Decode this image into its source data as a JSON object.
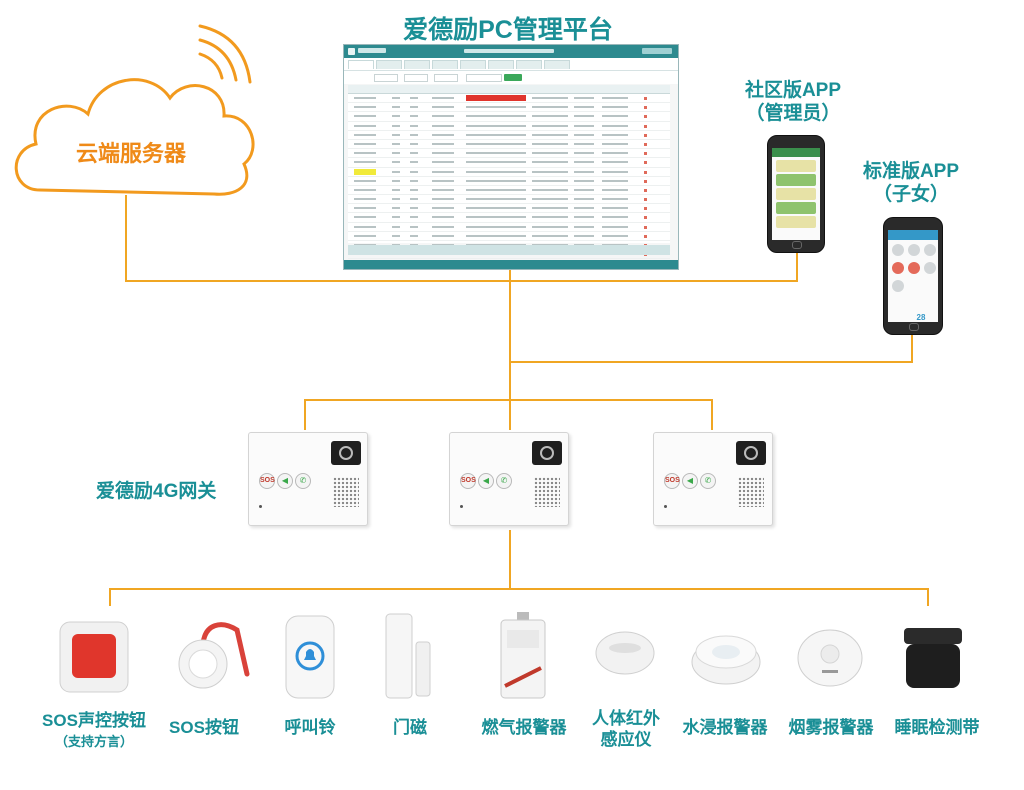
{
  "title": "爱德励PC管理平台",
  "cloud": {
    "label": "云端服务器"
  },
  "apps": {
    "community": {
      "line1": "社区版APP",
      "line2": "（管理员）"
    },
    "standard": {
      "line1": "标准版APP",
      "line2": "（子女）"
    }
  },
  "gateway": {
    "label": "爱德励4G网关",
    "sos_text": "SOS"
  },
  "devices": [
    {
      "name": "SOS声控按钮",
      "sub": "（支持方言）",
      "icon": "sos-voice-button-icon"
    },
    {
      "name": "SOS按钮",
      "icon": "sos-button-icon"
    },
    {
      "name": "呼叫铃",
      "icon": "call-bell-icon"
    },
    {
      "name": "门磁",
      "icon": "door-sensor-icon"
    },
    {
      "name": "燃气报警器",
      "icon": "gas-alarm-icon"
    },
    {
      "name": "人体红外",
      "name2": "感应仪",
      "icon": "pir-sensor-icon"
    },
    {
      "name": "水浸报警器",
      "icon": "water-leak-alarm-icon"
    },
    {
      "name": "烟雾报警器",
      "icon": "smoke-alarm-icon"
    },
    {
      "name": "睡眠检测带",
      "icon": "sleep-monitor-belt-icon"
    }
  ],
  "phone_standard_value": "28",
  "colors": {
    "connector": "#f0a623",
    "cloud_stroke": "#f29a1e",
    "title_teal": "#1a8f96",
    "cloud_text": "#ef8a18"
  }
}
